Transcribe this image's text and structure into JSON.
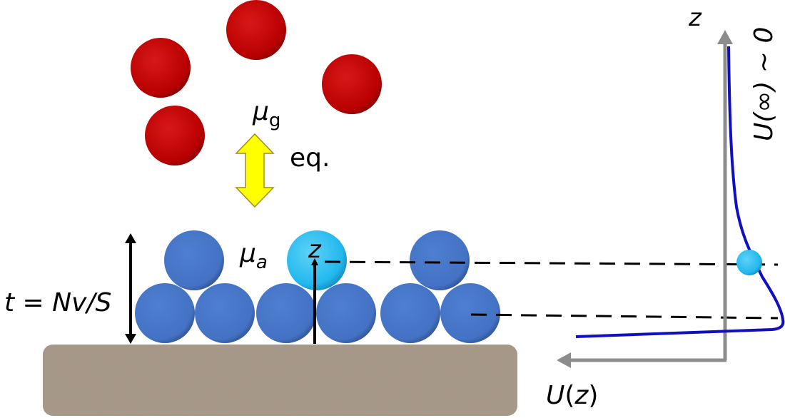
{
  "labels": {
    "mu": "μ",
    "mu_g_sub": "g",
    "mu_a_sub": "a",
    "equilibrium": "eq.",
    "film_thickness": "t = Nv/S",
    "particle_z": "z",
    "graph_z_axis": "z",
    "graph_u_axis_func": "U",
    "graph_u_axis_open": "(",
    "graph_u_axis_var": "z",
    "graph_u_axis_close": ")",
    "u_infinity": "U(∞) ~ 0"
  },
  "colors": {
    "gas_particle": "#c00000",
    "adsorbed_particle": "#4472c4",
    "highlighted_particle": "#22b8ee",
    "substrate": "#a89888",
    "exchange_arrow": "#ffff00",
    "potential_curve": "#1010c0",
    "graph_axes": "#8c8c8c"
  },
  "icons": {
    "equilibrium_arrow": "double-headed-arrow-icon"
  }
}
